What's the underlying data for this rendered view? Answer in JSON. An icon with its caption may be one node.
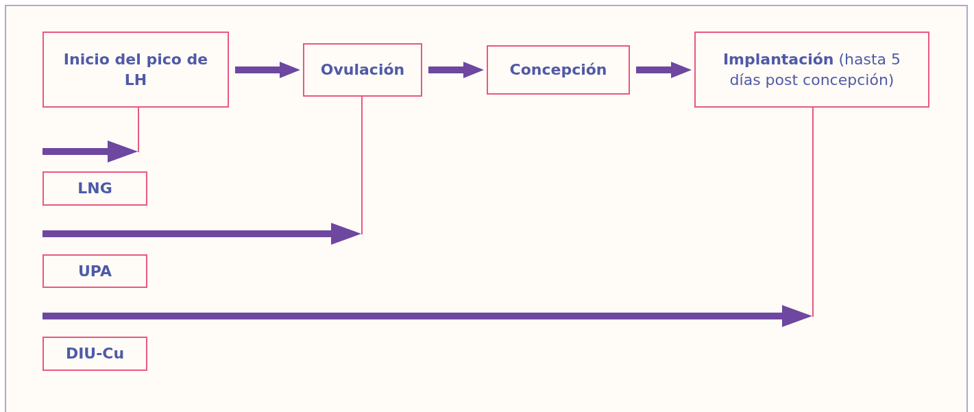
{
  "diagram": {
    "nodes": [
      {
        "text": [
          "Inicio del pico de LH"
        ]
      },
      {
        "text": [
          "Ovulación"
        ]
      },
      {
        "text": [
          "Concepción"
        ]
      },
      {
        "text": [
          "**Implantación** (hasta 5 días post concepción)"
        ]
      },
      {
        "text": [],
        "shape": "line"
      },
      {
        "text": [
          "LNG"
        ]
      },
      {
        "text": [],
        "shape": "line"
      },
      {
        "text": [
          "UPA"
        ]
      },
      {
        "text": [],
        "shape": "line"
      },
      {
        "text": [
          "DIU-Cu"
        ]
      }
    ],
    "edges": [
      {
        "from": 0,
        "to": 1,
        "arrow": "to"
      },
      {
        "from": 1,
        "to": 2,
        "arrow": "to"
      },
      {
        "from": 2,
        "to": 3,
        "arrow": "to"
      },
      {
        "from": null,
        "to": 4,
        "arrow": "to"
      },
      {
        "from": null,
        "to": 6,
        "arrow": "to"
      },
      {
        "from": null,
        "to": 8,
        "arrow": "to"
      }
    ]
  }
}
